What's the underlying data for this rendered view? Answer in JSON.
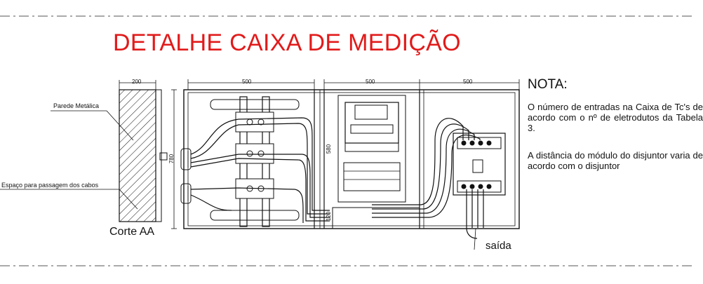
{
  "title": "DETALHE CAIXA DE MEDIÇÃO",
  "nota": {
    "heading": "NOTA:",
    "paragraph1": "O número de entradas na Caixa de Tc's de acordo com o nº de eletrodutos da Tabela 3.",
    "paragraph2": "A distância do módulo do disjuntor varia de acordo com o disjuntor"
  },
  "labels": {
    "parede": "Parede Metálica",
    "espaco": "Espaço para passagem dos cabos",
    "corte": "Corte AA",
    "saida": "saída"
  },
  "dimensions": {
    "d200": "200",
    "d500a": "500",
    "d500b": "500",
    "d500c": "500",
    "d580": "580",
    "d120": "120",
    "d780": "780"
  },
  "colors": {
    "title": "#e21a1a",
    "line": "#111111"
  }
}
